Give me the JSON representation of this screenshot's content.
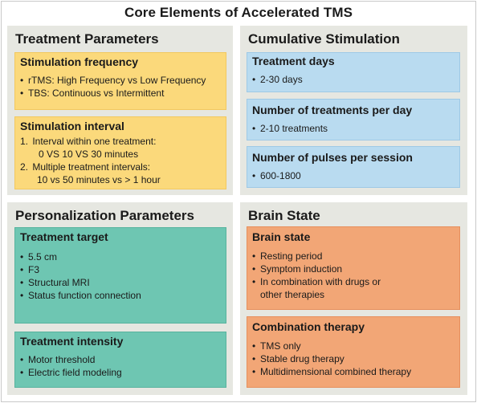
{
  "title": "Core Elements of Accelerated TMS",
  "panels": {
    "treatment": {
      "title": "Treatment Parameters",
      "cards": [
        {
          "title": "Stimulation frequency",
          "items": [
            "rTMS: High Frequency vs Low Frequency",
            "TBS: Continuous vs Intermittent"
          ]
        },
        {
          "title": "Stimulation interval",
          "items": [
            {
              "num": "1.",
              "line1": "Interval within one treatment:",
              "line2": "0 VS 10 VS 30 minutes"
            },
            {
              "num": "2.",
              "line1": "Multiple treatment intervals:",
              "line2": "10 vs 50 minutes vs > 1 hour"
            }
          ]
        }
      ]
    },
    "cumulative": {
      "title": "Cumulative Stimulation",
      "cards": [
        {
          "title": "Treatment days",
          "items": [
            "2-30 days"
          ]
        },
        {
          "title": "Number of treatments per day",
          "items": [
            "2-10 treatments"
          ]
        },
        {
          "title": "Number of pulses per session",
          "items": [
            "600-1800"
          ]
        }
      ]
    },
    "personalization": {
      "title": "Personalization Parameters",
      "cards": [
        {
          "title": "Treatment target",
          "items": [
            "5.5 cm",
            "F3",
            "Structural MRI",
            "Status function connection"
          ]
        },
        {
          "title": "Treatment intensity",
          "items": [
            "Motor threshold",
            "Electric field modeling"
          ]
        }
      ]
    },
    "brain": {
      "title": "Brain State",
      "cards": [
        {
          "title": "Brain state",
          "items": [
            "Resting period",
            "Symptom induction",
            "In combination with drugs or",
            "other therapies"
          ]
        },
        {
          "title": "Combination therapy",
          "items": [
            "TMS only",
            "Stable drug therapy",
            "Multidimensional combined therapy"
          ]
        }
      ]
    }
  },
  "colors": {
    "panel_bg": "#e6e7e1",
    "yellow": "#fbd97b",
    "blue": "#b9dbf0",
    "teal": "#6ec6b2",
    "orange": "#f2a676"
  },
  "bullet": "•"
}
